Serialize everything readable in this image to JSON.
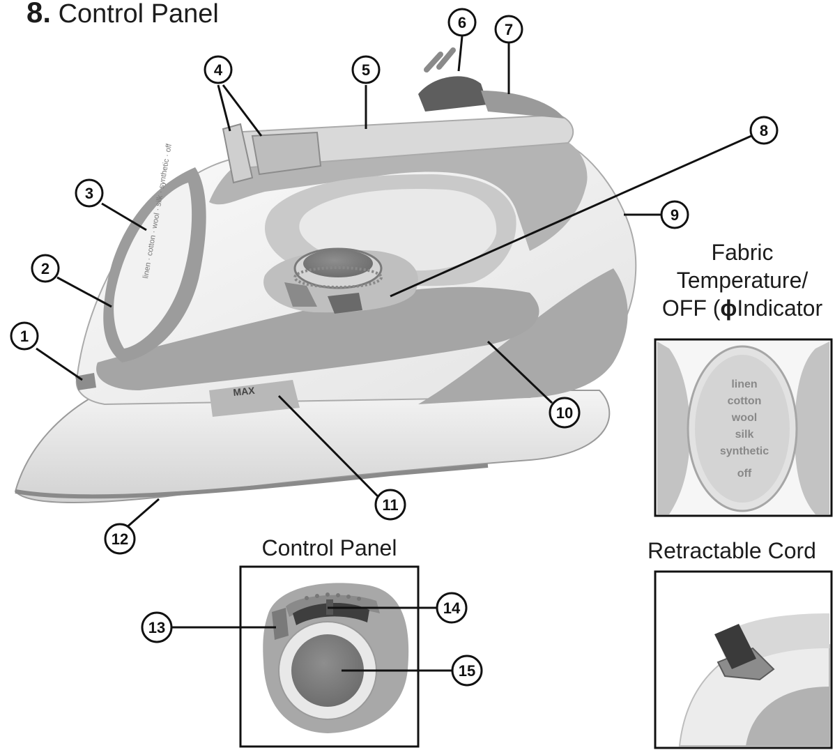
{
  "title": {
    "number": "8.",
    "text": "Control Panel"
  },
  "callouts": [
    "1",
    "2",
    "3",
    "4",
    "5",
    "6",
    "7",
    "8",
    "9",
    "10",
    "11",
    "12",
    "13",
    "14",
    "15"
  ],
  "iron_marks": {
    "max_fill": "MAX"
  },
  "insets": {
    "fabric": {
      "caption_line1": "Fabric",
      "caption_line2": "Temperature/",
      "caption_line3": "OFF (",
      "caption_symbol": "ɸ",
      "caption_line3b": "Indicator",
      "settings": [
        "linen",
        "cotton",
        "wool",
        "silk",
        "synthetic",
        "off"
      ]
    },
    "control": {
      "caption": "Control Panel"
    },
    "cord": {
      "caption": "Retractable Cord"
    }
  },
  "colors": {
    "body": "#e6e6e6",
    "accent": "#9d9d9d",
    "dark": "#6a6a6a",
    "outline": "#111111"
  }
}
